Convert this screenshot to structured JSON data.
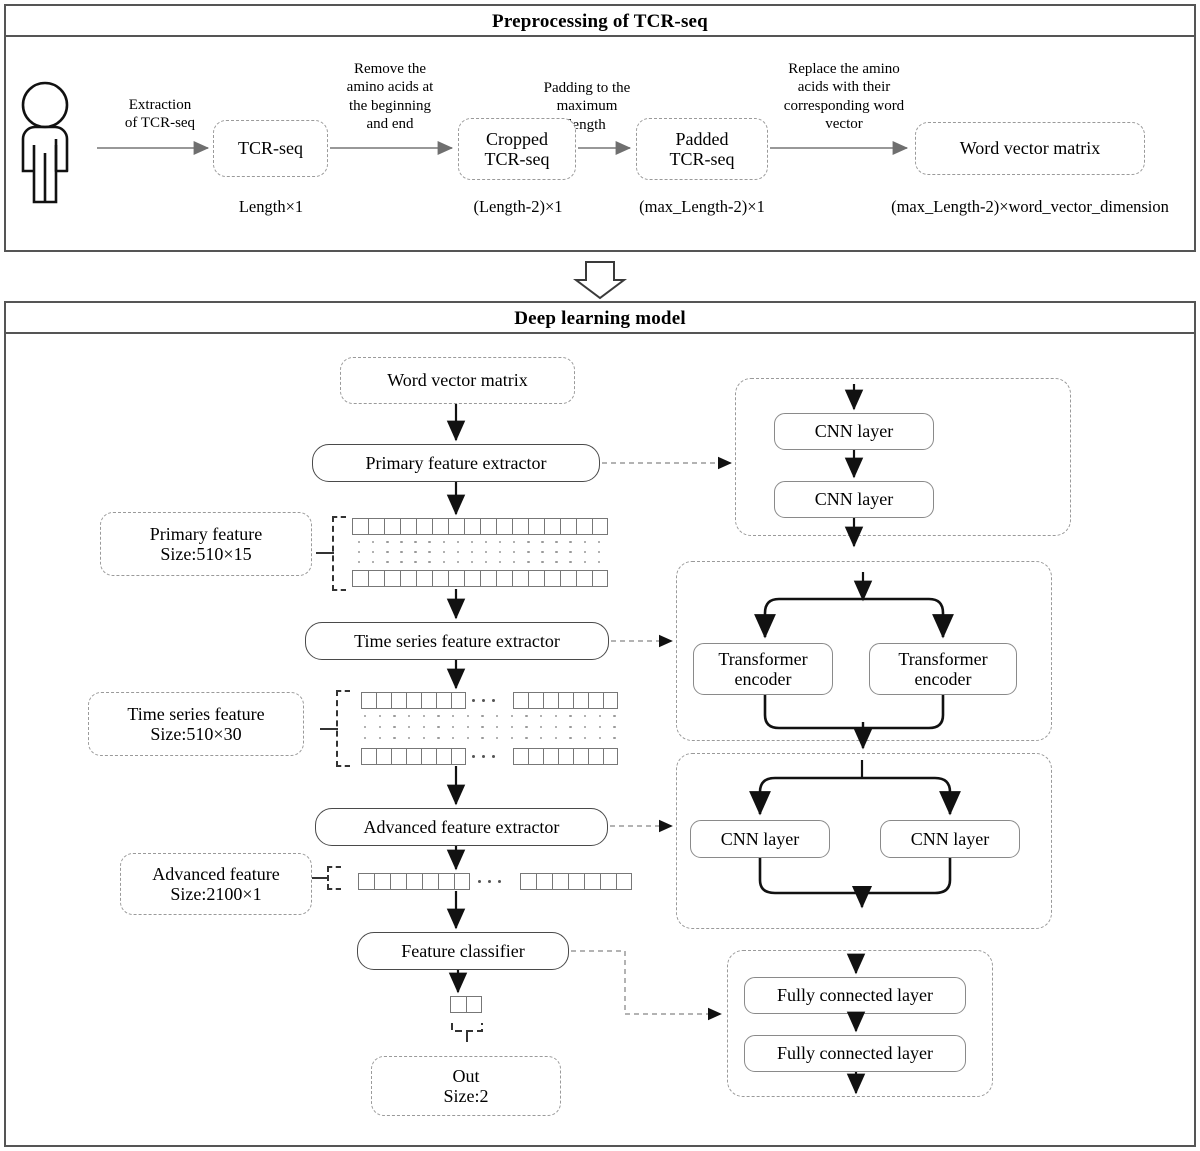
{
  "preprocessing": {
    "title": "Preprocessing of TCR-seq",
    "person_icon": "person-icon",
    "edges": [
      {
        "label": "Extraction\nof TCR-seq"
      },
      {
        "label": "Remove the\namino acids at\nthe beginning\nand end"
      },
      {
        "label": "Padding to the\nmaximum\nlength"
      },
      {
        "label": "Replace the amino\nacids with their\ncorresponding word\nvector"
      }
    ],
    "edge_labels": [
      [
        "Extraction",
        "of TCR-seq"
      ],
      [
        "Remove the",
        "amino acids at",
        "the beginning",
        "and end"
      ],
      [
        "Padding to the",
        "maximum",
        "length"
      ],
      [
        "Replace the amino",
        "acids with their",
        "corresponding word",
        "vector"
      ]
    ],
    "nodes": [
      {
        "label": "TCR-seq",
        "caption": "Length×1"
      },
      {
        "label": "Cropped\nTCR-seq",
        "caption": "(Length-2)×1"
      },
      {
        "label": "Padded\nTCR-seq",
        "caption": "(max_Length-2)×1"
      },
      {
        "label": "Word vector matrix",
        "caption": "(max_Length-2)×word_vector_dimension"
      }
    ],
    "node_labels": [
      [
        "TCR-seq"
      ],
      [
        "Cropped",
        "TCR-seq"
      ],
      [
        "Padded",
        "TCR-seq"
      ],
      [
        "Word vector matrix"
      ]
    ],
    "captions": [
      "Length×1",
      "(Length-2)×1",
      "(max_Length-2)×1",
      "(max_Length-2)×word_vector_dimension"
    ]
  },
  "connector_icon": "down-block-arrow-icon",
  "model": {
    "title": "Deep learning model",
    "pipeline": [
      {
        "label": "Word vector matrix",
        "style": "dashed"
      },
      {
        "label": "Primary feature extractor",
        "style": "solid"
      },
      {
        "label": "Time series feature extractor",
        "style": "solid"
      },
      {
        "label": "Advanced feature extractor",
        "style": "solid"
      },
      {
        "label": "Feature classifier",
        "style": "solid"
      }
    ],
    "out_box": {
      "line1": "Out",
      "line2": "Size:2"
    },
    "feature_labels": [
      {
        "line1": "Primary feature",
        "line2": "Size:510×15"
      },
      {
        "line1": "Time series feature",
        "line2": "Size:510×30"
      },
      {
        "line1": "Advanced feature",
        "line2": "Size:2100×1"
      }
    ],
    "detail_panels": [
      {
        "name": "primary-feature-detail",
        "blocks": [
          {
            "label": "CNN layer"
          },
          {
            "label": "CNN layer"
          }
        ],
        "layout": "serial"
      },
      {
        "name": "time-series-feature-detail",
        "blocks": [
          {
            "label": "Transformer\nencoder"
          },
          {
            "label": "Transformer\nencoder"
          }
        ],
        "layout": "parallel"
      },
      {
        "name": "advanced-feature-detail",
        "blocks": [
          {
            "label": "CNN layer"
          },
          {
            "label": "CNN layer"
          }
        ],
        "layout": "parallel"
      },
      {
        "name": "feature-classifier-detail",
        "blocks": [
          {
            "label": "Fully connected layer"
          },
          {
            "label": "Fully connected layer"
          }
        ],
        "layout": "serial"
      }
    ],
    "detail_block_labels": {
      "cnn1_a": "CNN layer",
      "cnn1_b": "CNN layer",
      "tr_a": "Transformer",
      "tr_a2": "encoder",
      "tr_b": "Transformer",
      "tr_b2": "encoder",
      "cnn2_a": "CNN layer",
      "cnn2_b": "CNN layer",
      "fc_a": "Fully connected layer",
      "fc_b": "Fully connected layer"
    },
    "grids": {
      "primary_feature": {
        "top_cells": 16,
        "bottom_cells": 16,
        "has_ellipsis": false
      },
      "time_series_feature": {
        "left_cells": 7,
        "right_cells": 7,
        "has_ellipsis": true
      },
      "advanced_feature": {
        "left_cells": 7,
        "right_cells": 7,
        "has_ellipsis": true
      },
      "output_vector": {
        "cells": 2
      }
    }
  },
  "colors": {
    "panel_border": "#555555",
    "dashed_node": "#9a9a9a",
    "solid_node": "#4a4a4a",
    "arrow": "#1a1a1a",
    "gray_arrow": "#8a8a8a",
    "cell_border": "#777777",
    "text": "#000000"
  }
}
